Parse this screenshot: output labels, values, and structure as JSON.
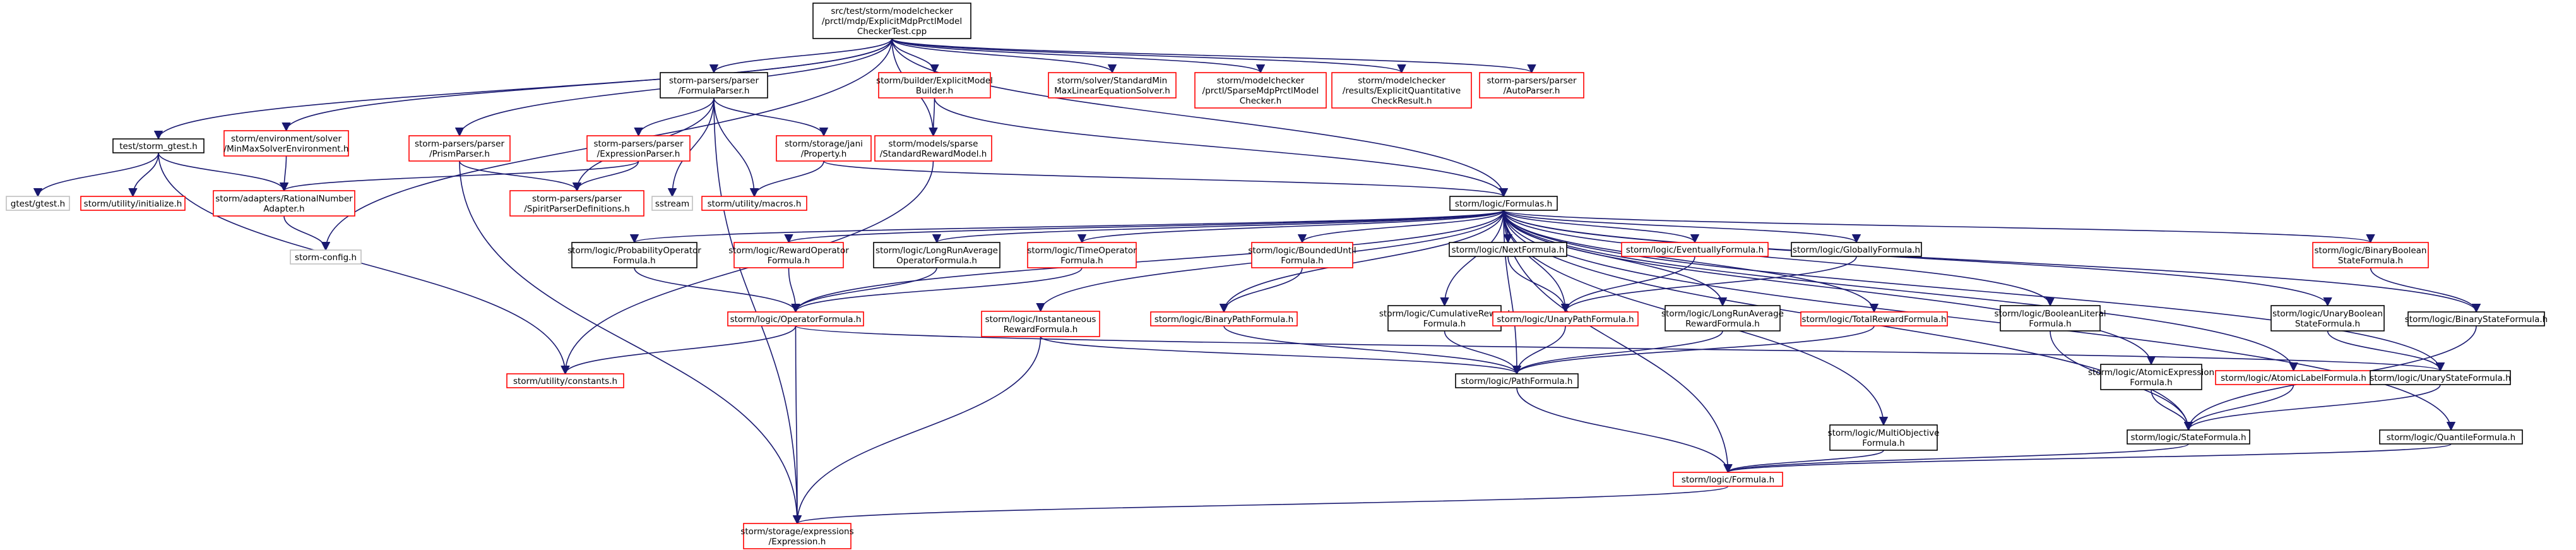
{
  "colors": {
    "edge": "#191970",
    "border_default": "#000000",
    "border_missing": "#ff0000",
    "border_external": "#bfbfbf",
    "root_fill": "#bfbfbf"
  },
  "nodes": [
    {
      "id": "root",
      "lines": [
        "src/test/storm/modelchecker",
        "/prctl/mdp/ExplicitMdpPrctlModel",
        "CheckerTest.cpp"
      ],
      "style": "root"
    },
    {
      "id": "storm_gtest",
      "lines": [
        "test/storm_gtest.h"
      ],
      "style": "normal"
    },
    {
      "id": "minmax_env",
      "lines": [
        "storm/environment/solver",
        "/MinMaxSolverEnvironment.h"
      ],
      "style": "missing"
    },
    {
      "id": "formula_parser",
      "lines": [
        "storm-parsers/parser",
        "/FormulaParser.h"
      ],
      "style": "normal"
    },
    {
      "id": "prism_parser",
      "lines": [
        "storm-parsers/parser",
        "/PrismParser.h"
      ],
      "style": "missing"
    },
    {
      "id": "storm_config",
      "lines": [
        "storm-config.h"
      ],
      "style": "external"
    },
    {
      "id": "explicit_builder",
      "lines": [
        "storm/builder/ExplicitModel",
        "Builder.h"
      ],
      "style": "missing"
    },
    {
      "id": "standard_minmax",
      "lines": [
        "storm/solver/StandardMin",
        "MaxLinearEquationSolver.h"
      ],
      "style": "missing"
    },
    {
      "id": "sparse_mdp_checker",
      "lines": [
        "storm/modelchecker",
        "/prctl/SparseMdpPrctlModel",
        "Checker.h"
      ],
      "style": "missing"
    },
    {
      "id": "explicit_quant",
      "lines": [
        "storm/modelchecker",
        "/results/ExplicitQuantitative",
        "CheckResult.h"
      ],
      "style": "missing"
    },
    {
      "id": "auto_parser",
      "lines": [
        "storm-parsers/parser",
        "/AutoParser.h"
      ],
      "style": "missing"
    },
    {
      "id": "gtest",
      "lines": [
        "gtest/gtest.h"
      ],
      "style": "external"
    },
    {
      "id": "util_init",
      "lines": [
        "storm/utility/initialize.h"
      ],
      "style": "missing"
    },
    {
      "id": "rational_adapter",
      "lines": [
        "storm/adapters/RationalNumber",
        "Adapter.h"
      ],
      "style": "missing"
    },
    {
      "id": "expr_parser",
      "lines": [
        "storm-parsers/parser",
        "/ExpressionParser.h"
      ],
      "style": "missing"
    },
    {
      "id": "jani_property",
      "lines": [
        "storm/storage/jani",
        "/Property.h"
      ],
      "style": "missing"
    },
    {
      "id": "sstream",
      "lines": [
        "sstream"
      ],
      "style": "external"
    },
    {
      "id": "spirit_defs",
      "lines": [
        "storm-parsers/parser",
        "/SpiritParserDefinitions.h"
      ],
      "style": "missing"
    },
    {
      "id": "util_macros",
      "lines": [
        "storm/utility/macros.h"
      ],
      "style": "missing"
    },
    {
      "id": "std_reward_model",
      "lines": [
        "storm/models/sparse",
        "/StandardRewardModel.h"
      ],
      "style": "missing"
    },
    {
      "id": "formulas",
      "lines": [
        "storm/logic/Formulas.h"
      ],
      "style": "normal"
    },
    {
      "id": "prob_op",
      "lines": [
        "storm/logic/ProbabilityOperator",
        "Formula.h"
      ],
      "style": "normal"
    },
    {
      "id": "reward_op",
      "lines": [
        "storm/logic/RewardOperator",
        "Formula.h"
      ],
      "style": "missing"
    },
    {
      "id": "lra_op",
      "lines": [
        "storm/logic/LongRunAverage",
        "OperatorFormula.h"
      ],
      "style": "normal"
    },
    {
      "id": "time_op",
      "lines": [
        "storm/logic/TimeOperator",
        "Formula.h"
      ],
      "style": "missing"
    },
    {
      "id": "bounded_until",
      "lines": [
        "storm/logic/BoundedUntil",
        "Formula.h"
      ],
      "style": "missing"
    },
    {
      "id": "next_f",
      "lines": [
        "storm/logic/NextFormula.h"
      ],
      "style": "normal"
    },
    {
      "id": "eventually_f",
      "lines": [
        "storm/logic/EventuallyFormula.h"
      ],
      "style": "missing"
    },
    {
      "id": "globally_f",
      "lines": [
        "storm/logic/GloballyFormula.h"
      ],
      "style": "normal"
    },
    {
      "id": "binbool_f",
      "lines": [
        "storm/logic/BinaryBoolean",
        "StateFormula.h"
      ],
      "style": "missing"
    },
    {
      "id": "operator_f",
      "lines": [
        "storm/logic/OperatorFormula.h"
      ],
      "style": "missing"
    },
    {
      "id": "inst_reward",
      "lines": [
        "storm/logic/Instantaneous",
        "RewardFormula.h"
      ],
      "style": "missing"
    },
    {
      "id": "binpath_f",
      "lines": [
        "storm/logic/BinaryPathFormula.h"
      ],
      "style": "missing"
    },
    {
      "id": "cum_reward",
      "lines": [
        "storm/logic/CumulativeReward",
        "Formula.h"
      ],
      "style": "normal"
    },
    {
      "id": "unarypath_f",
      "lines": [
        "storm/logic/UnaryPathFormula.h"
      ],
      "style": "missing"
    },
    {
      "id": "lra_reward",
      "lines": [
        "storm/logic/LongRunAverage",
        "RewardFormula.h"
      ],
      "style": "normal"
    },
    {
      "id": "total_reward",
      "lines": [
        "storm/logic/TotalRewardFormula.h"
      ],
      "style": "missing"
    },
    {
      "id": "boollit_f",
      "lines": [
        "storm/logic/BooleanLiteral",
        "Formula.h"
      ],
      "style": "normal"
    },
    {
      "id": "unarybool_f",
      "lines": [
        "storm/logic/UnaryBoolean",
        "StateFormula.h"
      ],
      "style": "normal"
    },
    {
      "id": "binstate_f",
      "lines": [
        "storm/logic/BinaryStateFormula.h"
      ],
      "style": "normal"
    },
    {
      "id": "util_constants",
      "lines": [
        "storm/utility/constants.h"
      ],
      "style": "missing"
    },
    {
      "id": "path_f",
      "lines": [
        "storm/logic/PathFormula.h"
      ],
      "style": "normal"
    },
    {
      "id": "atomic_expr",
      "lines": [
        "storm/logic/AtomicExpression",
        "Formula.h"
      ],
      "style": "normal"
    },
    {
      "id": "atomic_label",
      "lines": [
        "storm/logic/AtomicLabelFormula.h"
      ],
      "style": "missing"
    },
    {
      "id": "unarystate_f",
      "lines": [
        "storm/logic/UnaryStateFormula.h"
      ],
      "style": "normal"
    },
    {
      "id": "multiobj_f",
      "lines": [
        "storm/logic/MultiObjective",
        "Formula.h"
      ],
      "style": "normal"
    },
    {
      "id": "state_f",
      "lines": [
        "storm/logic/StateFormula.h"
      ],
      "style": "normal"
    },
    {
      "id": "quantile_f",
      "lines": [
        "storm/logic/QuantileFormula.h"
      ],
      "style": "normal"
    },
    {
      "id": "formula_h",
      "lines": [
        "storm/logic/Formula.h"
      ],
      "style": "missing"
    },
    {
      "id": "expression_h",
      "lines": [
        "storm/storage/expressions",
        "/Expression.h"
      ],
      "style": "missing"
    }
  ]
}
